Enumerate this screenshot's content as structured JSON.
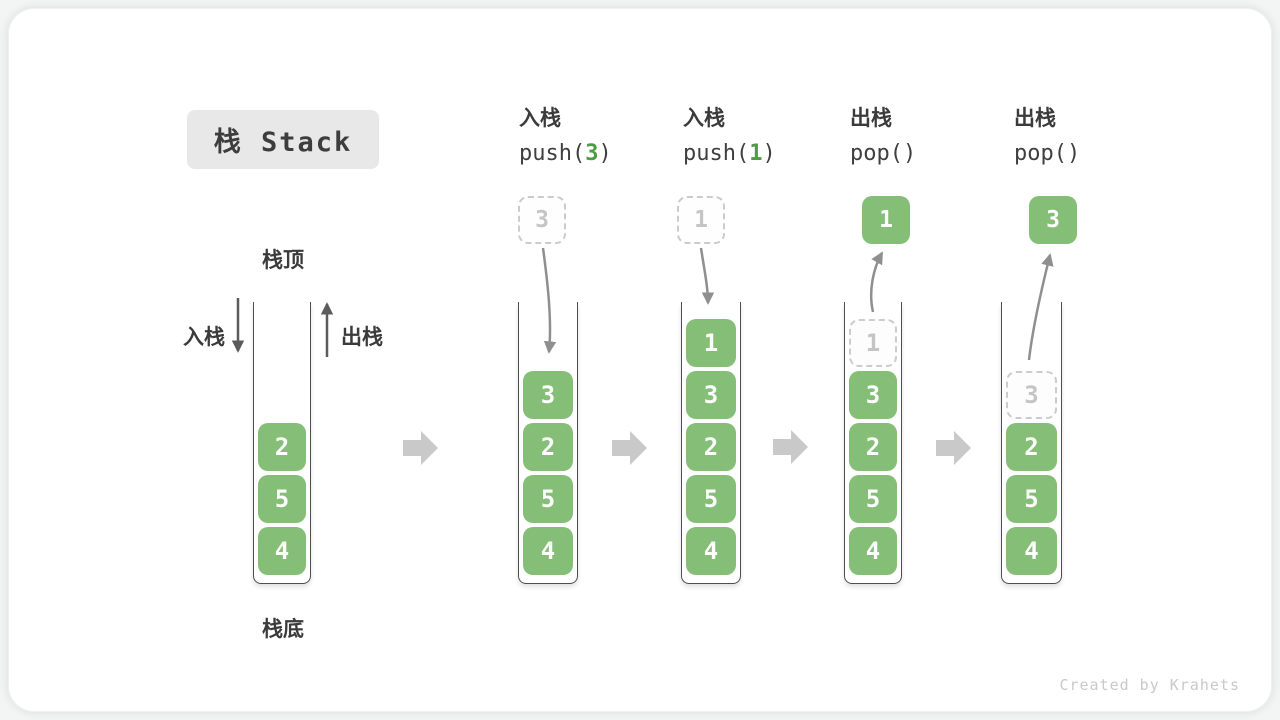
{
  "title": {
    "text": "栈 Stack"
  },
  "labels": {
    "stack_top": "栈顶",
    "stack_bottom": "栈底",
    "push_side": "入栈",
    "pop_side": "出栈"
  },
  "footer": {
    "credit": "Created by Krahets"
  },
  "colors": {
    "green": "#85bf77",
    "green_dark": "#4d9b44",
    "ink": "#3b3b3b",
    "dash_border": "#cccccc",
    "dash_text": "#c5c5c5",
    "arrow": "#8f8f8f",
    "block_arrow": "#c9c9c9",
    "badge_bg": "#e8e8e8"
  },
  "columns": [
    {
      "name": "initial-stack",
      "cells": [
        {
          "v": "2",
          "style": "solid"
        },
        {
          "v": "5",
          "style": "solid"
        },
        {
          "v": "4",
          "style": "solid"
        }
      ]
    },
    {
      "name": "push-3",
      "op_cn": "入栈",
      "code_pre": "push(",
      "code_arg": "3",
      "code_post": ")",
      "float": {
        "v": "3",
        "style": "dashed"
      },
      "cells": [
        {
          "v": "3",
          "style": "solid"
        },
        {
          "v": "2",
          "style": "solid"
        },
        {
          "v": "5",
          "style": "solid"
        },
        {
          "v": "4",
          "style": "solid"
        }
      ]
    },
    {
      "name": "push-1",
      "op_cn": "入栈",
      "code_pre": "push(",
      "code_arg": "1",
      "code_post": ")",
      "float": {
        "v": "1",
        "style": "dashed"
      },
      "cells": [
        {
          "v": "1",
          "style": "solid"
        },
        {
          "v": "3",
          "style": "solid"
        },
        {
          "v": "2",
          "style": "solid"
        },
        {
          "v": "5",
          "style": "solid"
        },
        {
          "v": "4",
          "style": "solid"
        }
      ]
    },
    {
      "name": "pop-1",
      "op_cn": "出栈",
      "code_pre": "pop(",
      "code_arg": "",
      "code_post": ")",
      "float": {
        "v": "1",
        "style": "solid"
      },
      "cells": [
        {
          "v": "1",
          "style": "dashed"
        },
        {
          "v": "3",
          "style": "solid"
        },
        {
          "v": "2",
          "style": "solid"
        },
        {
          "v": "5",
          "style": "solid"
        },
        {
          "v": "4",
          "style": "solid"
        }
      ]
    },
    {
      "name": "pop-3",
      "op_cn": "出栈",
      "code_pre": "pop(",
      "code_arg": "",
      "code_post": ")",
      "float": {
        "v": "3",
        "style": "solid"
      },
      "cells": [
        {
          "v": "3",
          "style": "dashed"
        },
        {
          "v": "2",
          "style": "solid"
        },
        {
          "v": "5",
          "style": "solid"
        },
        {
          "v": "4",
          "style": "solid"
        }
      ]
    }
  ]
}
